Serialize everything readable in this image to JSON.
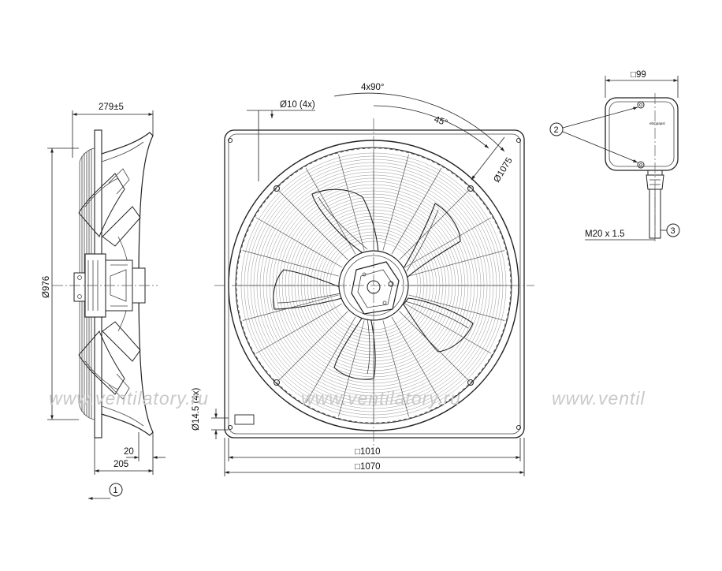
{
  "dimensions": {
    "depth_total": "279±5",
    "diameter_blade": "Ø976",
    "flange_thickness": "20",
    "mount_depth": "205",
    "hole_diameter": "Ø10 (4x)",
    "angle_spacing": "4x90°",
    "angle_offset": "45°",
    "bolt_circle": "Ø1075",
    "slot_diameter": "Ø14.5 (4x)",
    "inner_square": "□1010",
    "outer_square": "□1070",
    "terminal_box": "□99",
    "cable_thread": "M20 x 1.5"
  },
  "callouts": {
    "one": "1",
    "two": "2",
    "three": "3"
  },
  "branding": {
    "box_logo": "ebmpapst"
  },
  "watermark": {
    "segments": [
      "www.ventilatory.ru",
      "www.ventilatory.ru",
      "www.ventil"
    ]
  }
}
